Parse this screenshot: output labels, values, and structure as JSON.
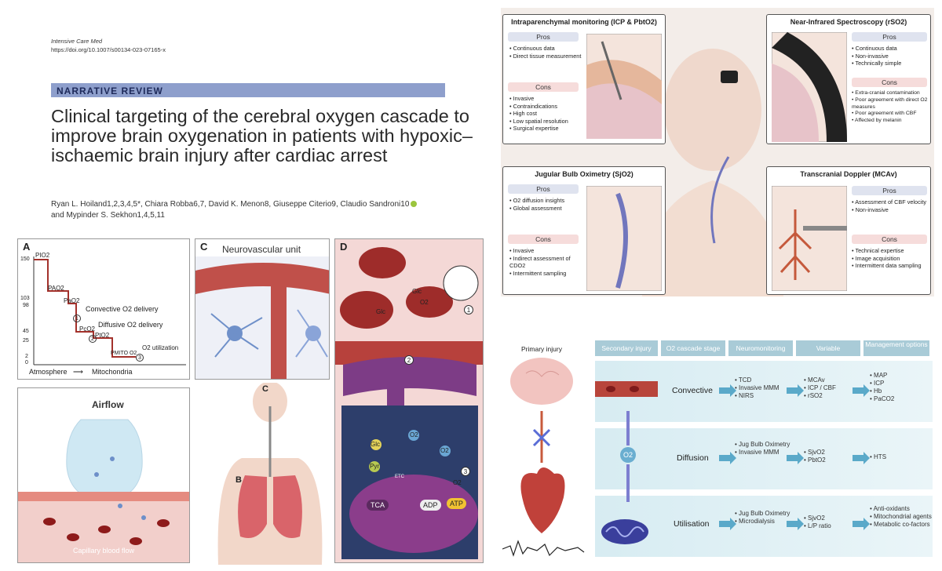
{
  "paper": {
    "journal": "Intensive Care Med",
    "doi": "https://doi.org/10.1007/s00134-023-07165-x",
    "section": "NARRATIVE REVIEW",
    "title": "Clinical targeting of the cerebral oxygen cascade to improve brain oxygenation in patients with hypoxic–ischaemic brain injury after cardiac arrest",
    "authors_line1": "Ryan L. Hoiland1,2,3,4,5*, Chiara Robba6,7, David K. Menon8, Giuseppe Citerio9, Claudio Sandroni10",
    "authors_line2": "and Mypinder S. Sekhon1,4,5,11"
  },
  "panel_a": {
    "label": "A",
    "y_ticks": [
      "150",
      "103",
      "98",
      "45",
      "25",
      "2",
      "0"
    ],
    "steps": [
      "PIO2",
      "PAO2",
      "PaO2",
      "PcO2",
      "PtO2",
      "PMITO O2"
    ],
    "annotations": [
      "Convective O2 delivery",
      "Diffusive O2 delivery",
      "O2 utilization"
    ],
    "markers": [
      "1",
      "2",
      "3"
    ],
    "x_left": "Atmosphere",
    "x_right": "Mitochondria"
  },
  "panel_b": {
    "label": "B",
    "airflow": "Airflow",
    "capillary": "Capillary blood flow"
  },
  "panel_c": {
    "label": "C",
    "title": "Neurovascular unit",
    "marker_c": "C",
    "marker_b": "B"
  },
  "panel_d": {
    "label": "D",
    "molecules": [
      "Glc",
      "Glc",
      "O2",
      "Glc",
      "Pyr",
      "O2",
      "O2",
      "O2"
    ],
    "markers": [
      "1",
      "2",
      "3"
    ],
    "etc": "ETC",
    "tca": "TCA",
    "adp": "ADP",
    "atp": "ATP"
  },
  "monitoring": {
    "box1": {
      "title": "Intraparenchymal monitoring (ICP & PbtO2)",
      "pros_label": "Pros",
      "pros": [
        "Continuous data",
        "Direct tissue measurement"
      ],
      "cons_label": "Cons",
      "cons": [
        "Invasive",
        "Contraindications",
        "High cost",
        "Low spatial resolution",
        "Surgical expertise"
      ]
    },
    "box2": {
      "title": "Near-Infrared Spectroscopy (rSO2)",
      "pros_label": "Pros",
      "pros": [
        "Continuous data",
        "Non-invasive",
        "Technically simple"
      ],
      "cons_label": "Cons",
      "cons": [
        "Extra-cranial contamination",
        "Poor agreement with direct O2 measures",
        "Poor agreement with CBF",
        "Affected by melanin"
      ]
    },
    "box3": {
      "title": "Jugular Bulb Oximetry (SjO2)",
      "pros_label": "Pros",
      "pros": [
        "O2 diffusion insights",
        "Global assessment"
      ],
      "cons_label": "Cons",
      "cons": [
        "Invasive",
        "Indirect assessment of CDO2",
        "Intermittent sampling"
      ]
    },
    "box4": {
      "title": "Transcranial Doppler (MCAv)",
      "pros_label": "Pros",
      "pros": [
        "Assessment of CBF velocity",
        "Non-invasive"
      ],
      "cons_label": "Cons",
      "cons": [
        "Technical expertise",
        "Image acquisition",
        "Intermittent data sampling"
      ]
    }
  },
  "cascade": {
    "primary_injury": "Primary injury",
    "headers": [
      "Secondary injury",
      "O2 cascade stage",
      "Neuromonitoring",
      "Variable",
      "Management options"
    ],
    "o2_label": "O2",
    "rows": [
      {
        "stage": "Convective",
        "monitoring": [
          "TCD",
          "Invasive MMM",
          "NIRS"
        ],
        "variables": [
          "MCAv",
          "ICP / CBF",
          "rSO2"
        ],
        "management": [
          "MAP",
          "ICP",
          "Hb",
          "PaCO2"
        ]
      },
      {
        "stage": "Diffusion",
        "monitoring": [
          "Jug Bulb Oximetry",
          "Invasive MMM"
        ],
        "variables": [
          "SjvO2",
          "PbtO2"
        ],
        "management": [
          "HTS"
        ]
      },
      {
        "stage": "Utilisation",
        "monitoring": [
          "Jug Bulb Oximetry",
          "Microdialysis"
        ],
        "variables": [
          "SjvO2",
          "L/P ratio"
        ],
        "management": [
          "Anti-oxidants",
          "Mitochondrial agents",
          "Metabolic co-factors"
        ]
      }
    ]
  },
  "colors": {
    "banner": "#8e9fcc",
    "pros_pill": "#dfe3ef",
    "cons_pill": "#f6dcdb",
    "cascade_header": "#a9cbd7",
    "cascade_row": "#d7ecf2",
    "arrow": "#5aa9c9",
    "blood": "#b3322e"
  }
}
